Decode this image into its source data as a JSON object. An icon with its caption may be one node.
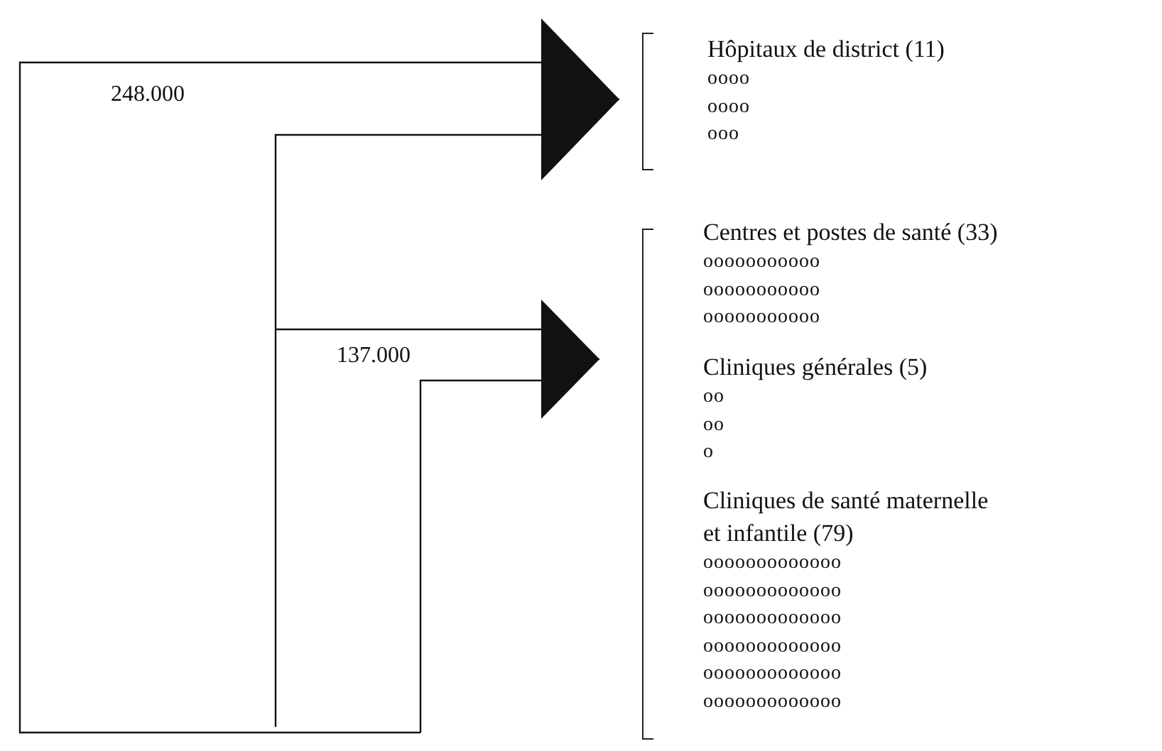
{
  "diagram": {
    "nodes": [
      {
        "text": [
          "Hôpitaux de district (11)",
          "oooo",
          "oooo",
          "ooo"
        ]
      },
      {
        "text": [],
        "shape": "bracket"
      },
      {
        "text": [
          "Centres et postes de santé (33)",
          "ooooooooooo",
          "ooooooooooo",
          "ooooooooooo"
        ],
        "in": 1
      },
      {
        "text": [
          "Cliniques générales (5)",
          "oo",
          "oo",
          "o"
        ],
        "in": 1
      },
      {
        "text": [
          "Cliniques de santé maternelle et infantile (79)",
          "ooooooooooooo",
          "ooooooooooooo",
          "ooooooooooooo",
          "ooooooooooooo",
          "ooooooooooooo",
          "ooooooooooooo"
        ],
        "in": 1
      }
    ],
    "edges": [
      {
        "from": null,
        "to": 0,
        "arrow": "to",
        "label": "248.000"
      },
      {
        "from": null,
        "to": 1,
        "arrow": "to",
        "label": "137.000"
      }
    ]
  }
}
